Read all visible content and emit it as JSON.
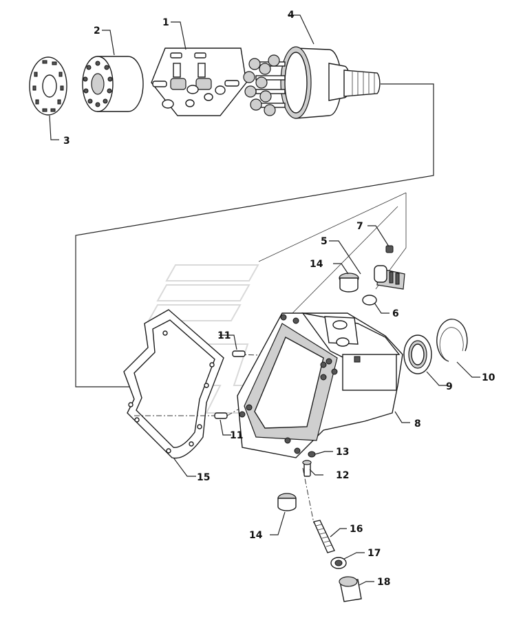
{
  "callouts": [
    {
      "id": "1",
      "text": "1"
    },
    {
      "id": "2",
      "text": "2"
    },
    {
      "id": "3",
      "text": "3"
    },
    {
      "id": "4",
      "text": "4"
    },
    {
      "id": "5",
      "text": "5"
    },
    {
      "id": "6",
      "text": "6"
    },
    {
      "id": "7",
      "text": "7"
    },
    {
      "id": "8",
      "text": "8"
    },
    {
      "id": "9",
      "text": "9"
    },
    {
      "id": "10",
      "text": "10"
    },
    {
      "id": "11a",
      "text": "11"
    },
    {
      "id": "11b",
      "text": "11"
    },
    {
      "id": "12",
      "text": "12"
    },
    {
      "id": "13",
      "text": "13"
    },
    {
      "id": "14a",
      "text": "14"
    },
    {
      "id": "14b",
      "text": "14"
    },
    {
      "id": "15",
      "text": "15"
    },
    {
      "id": "16",
      "text": "16"
    },
    {
      "id": "17",
      "text": "17"
    },
    {
      "id": "18",
      "text": "18"
    }
  ],
  "colors": {
    "line": "#1a1a1a",
    "shade": "#cfcfcf",
    "watermark": "#d9d9d9"
  }
}
